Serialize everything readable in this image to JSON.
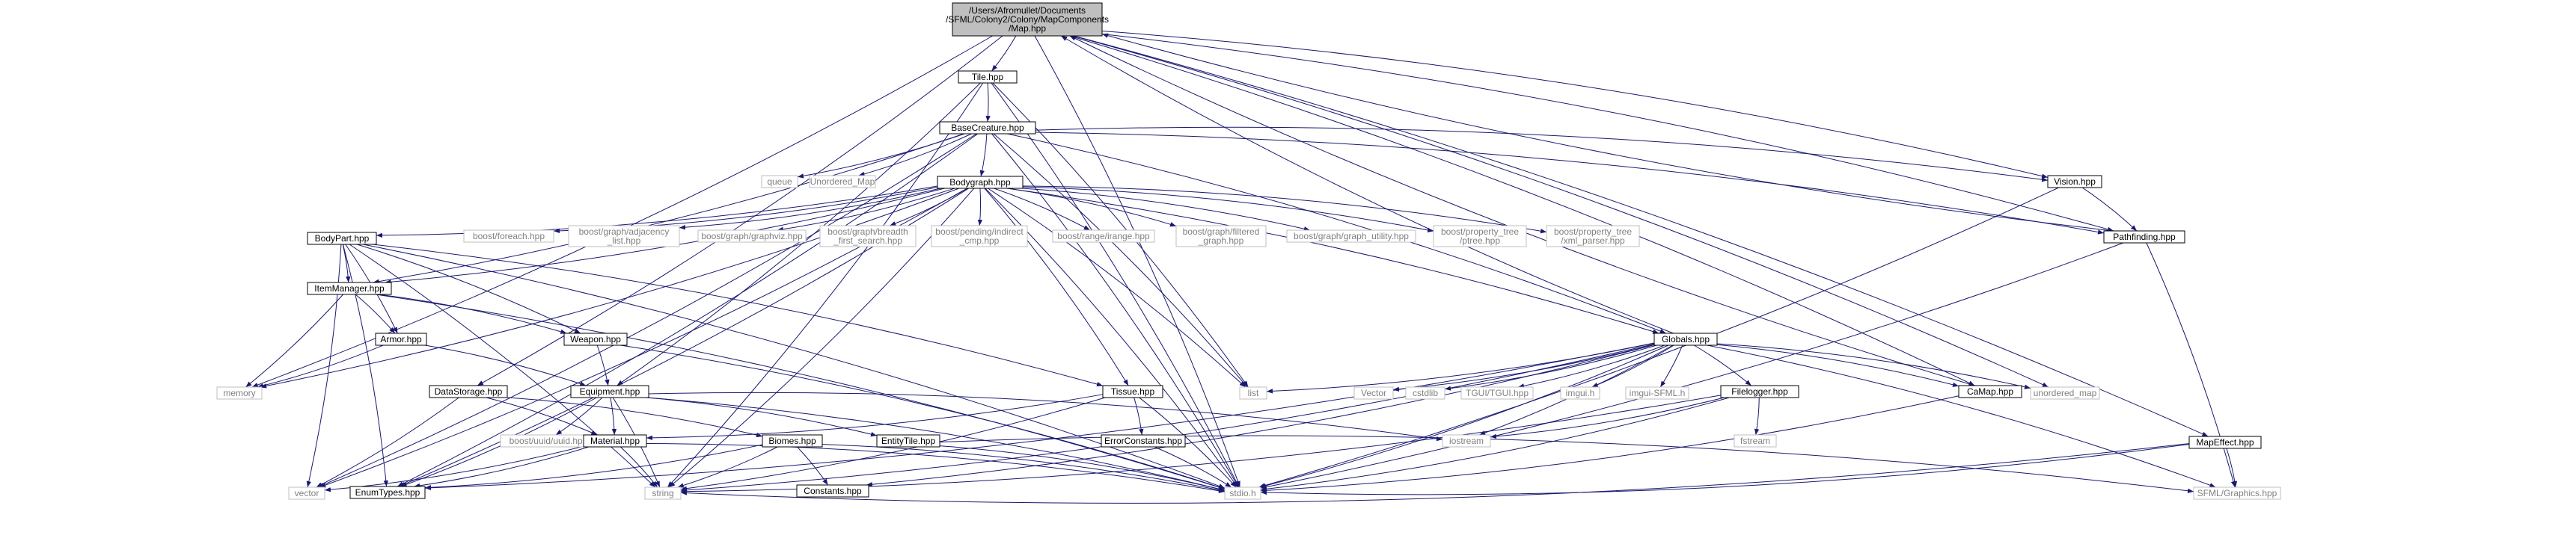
{
  "diagram": {
    "nodes": [
      {
        "id": "map",
        "lines": [
          "/Users/Afromullet/Documents",
          "/SFML/Colony2/Colony/MapComponents",
          "/Map.hpp"
        ],
        "style": "root"
      },
      {
        "id": "tile",
        "lines": [
          "Tile.hpp"
        ],
        "style": "doc"
      },
      {
        "id": "basecreature",
        "lines": [
          "BaseCreature.hpp"
        ],
        "style": "doc"
      },
      {
        "id": "queue",
        "lines": [
          "queue"
        ],
        "style": "sys"
      },
      {
        "id": "unordered_map_cap",
        "lines": [
          "Unordered_Map"
        ],
        "style": "sys"
      },
      {
        "id": "bodygraph",
        "lines": [
          "Bodygraph.hpp"
        ],
        "style": "doc"
      },
      {
        "id": "vision",
        "lines": [
          "Vision.hpp"
        ],
        "style": "doc"
      },
      {
        "id": "pathfinding",
        "lines": [
          "Pathfinding.hpp"
        ],
        "style": "doc"
      },
      {
        "id": "bodypart",
        "lines": [
          "BodyPart.hpp"
        ],
        "style": "doc"
      },
      {
        "id": "itemmanager",
        "lines": [
          "ItemManager.hpp"
        ],
        "style": "doc"
      },
      {
        "id": "armor",
        "lines": [
          "Armor.hpp"
        ],
        "style": "doc"
      },
      {
        "id": "weapon",
        "lines": [
          "Weapon.hpp"
        ],
        "style": "doc"
      },
      {
        "id": "memory",
        "lines": [
          "memory"
        ],
        "style": "sys"
      },
      {
        "id": "foreach",
        "lines": [
          "boost/foreach.hpp"
        ],
        "style": "sys"
      },
      {
        "id": "adjlist",
        "lines": [
          "boost/graph/adjacency",
          "_list.hpp"
        ],
        "style": "sys"
      },
      {
        "id": "graphviz",
        "lines": [
          "boost/graph/graphviz.hpp"
        ],
        "style": "sys"
      },
      {
        "id": "bfs",
        "lines": [
          "boost/graph/breadth",
          "_first_search.hpp"
        ],
        "style": "sys"
      },
      {
        "id": "indirect",
        "lines": [
          "boost/pending/indirect",
          "_cmp.hpp"
        ],
        "style": "sys"
      },
      {
        "id": "irange",
        "lines": [
          "boost/range/irange.hpp"
        ],
        "style": "sys"
      },
      {
        "id": "filtered",
        "lines": [
          "boost/graph/filtered",
          "_graph.hpp"
        ],
        "style": "sys"
      },
      {
        "id": "graphutil",
        "lines": [
          "boost/graph/graph_utility.hpp"
        ],
        "style": "sys"
      },
      {
        "id": "ptree",
        "lines": [
          "boost/property_tree",
          "/ptree.hpp"
        ],
        "style": "sys"
      },
      {
        "id": "xmlparser",
        "lines": [
          "boost/property_tree",
          "/xml_parser.hpp"
        ],
        "style": "sys"
      },
      {
        "id": "globals",
        "lines": [
          "Globals.hpp"
        ],
        "style": "doc"
      },
      {
        "id": "datastorage",
        "lines": [
          "DataStorage.hpp"
        ],
        "style": "doc"
      },
      {
        "id": "equipment",
        "lines": [
          "Equipment.hpp"
        ],
        "style": "doc"
      },
      {
        "id": "tissue",
        "lines": [
          "Tissue.hpp"
        ],
        "style": "doc"
      },
      {
        "id": "list",
        "lines": [
          "list"
        ],
        "style": "sys"
      },
      {
        "id": "vector_cap",
        "lines": [
          "Vector"
        ],
        "style": "sys"
      },
      {
        "id": "cstdlib",
        "lines": [
          "cstdlib"
        ],
        "style": "sys"
      },
      {
        "id": "tgui",
        "lines": [
          "TGUI/TGUI.hpp"
        ],
        "style": "sys"
      },
      {
        "id": "imgui",
        "lines": [
          "imgui.h"
        ],
        "style": "sys"
      },
      {
        "id": "imguisfml",
        "lines": [
          "imgui-SFML.h"
        ],
        "style": "sys"
      },
      {
        "id": "filelogger",
        "lines": [
          "Filelogger.hpp"
        ],
        "style": "doc"
      },
      {
        "id": "camap",
        "lines": [
          "CaMap.hpp"
        ],
        "style": "doc"
      },
      {
        "id": "unordered_map",
        "lines": [
          "unordered_map"
        ],
        "style": "sys"
      },
      {
        "id": "mapeffect",
        "lines": [
          "MapEffect.hpp"
        ],
        "style": "doc"
      },
      {
        "id": "uuid",
        "lines": [
          "boost/uuid/uuid.hpp"
        ],
        "style": "sys"
      },
      {
        "id": "material",
        "lines": [
          "Material.hpp"
        ],
        "style": "doc"
      },
      {
        "id": "biomes",
        "lines": [
          "Biomes.hpp"
        ],
        "style": "doc"
      },
      {
        "id": "entitytile",
        "lines": [
          "EntityTile.hpp"
        ],
        "style": "doc"
      },
      {
        "id": "errorconstants",
        "lines": [
          "ErrorConstants.hpp"
        ],
        "style": "doc"
      },
      {
        "id": "iostream",
        "lines": [
          "iostream"
        ],
        "style": "sys"
      },
      {
        "id": "fstream",
        "lines": [
          "fstream"
        ],
        "style": "sys"
      },
      {
        "id": "vector",
        "lines": [
          "vector"
        ],
        "style": "sys"
      },
      {
        "id": "enumtypes",
        "lines": [
          "EnumTypes.hpp"
        ],
        "style": "doc"
      },
      {
        "id": "string",
        "lines": [
          "string"
        ],
        "style": "sys"
      },
      {
        "id": "constants",
        "lines": [
          "Constants.hpp"
        ],
        "style": "doc"
      },
      {
        "id": "stdio",
        "lines": [
          "stdio.h"
        ],
        "style": "sys"
      },
      {
        "id": "sfmlgraphics",
        "lines": [
          "SFML/Graphics.hpp"
        ],
        "style": "sys"
      }
    ],
    "edges": [
      [
        "map",
        "tile"
      ],
      [
        "map",
        "datastorage"
      ],
      [
        "map",
        "vision"
      ],
      [
        "map",
        "pathfinding"
      ],
      [
        "map",
        "camap"
      ],
      [
        "map",
        "unordered_map"
      ],
      [
        "map",
        "mapeffect"
      ],
      [
        "map",
        "stdio"
      ],
      [
        "map",
        "memory"
      ],
      [
        "tile",
        "basecreature"
      ],
      [
        "tile",
        "equipment"
      ],
      [
        "tile",
        "string"
      ],
      [
        "tile",
        "stdio"
      ],
      [
        "tile",
        "list"
      ],
      [
        "basecreature",
        "queue"
      ],
      [
        "basecreature",
        "unordered_map_cap"
      ],
      [
        "basecreature",
        "bodygraph"
      ],
      [
        "basecreature",
        "vision"
      ],
      [
        "basecreature",
        "pathfinding"
      ],
      [
        "basecreature",
        "globals"
      ],
      [
        "basecreature",
        "itemmanager"
      ],
      [
        "basecreature",
        "vector"
      ],
      [
        "basecreature",
        "enumtypes"
      ],
      [
        "basecreature",
        "stdio"
      ],
      [
        "basecreature",
        "list"
      ],
      [
        "bodygraph",
        "bodypart"
      ],
      [
        "bodygraph",
        "itemmanager"
      ],
      [
        "bodygraph",
        "foreach"
      ],
      [
        "bodygraph",
        "adjlist"
      ],
      [
        "bodygraph",
        "graphviz"
      ],
      [
        "bodygraph",
        "bfs"
      ],
      [
        "bodygraph",
        "indirect"
      ],
      [
        "bodygraph",
        "irange"
      ],
      [
        "bodygraph",
        "filtered"
      ],
      [
        "bodygraph",
        "graphutil"
      ],
      [
        "bodygraph",
        "ptree"
      ],
      [
        "bodygraph",
        "xmlparser"
      ],
      [
        "bodygraph",
        "globals"
      ],
      [
        "bodygraph",
        "tissue"
      ],
      [
        "bodygraph",
        "memory"
      ],
      [
        "bodygraph",
        "vector"
      ],
      [
        "bodygraph",
        "enumtypes"
      ],
      [
        "bodygraph",
        "string"
      ],
      [
        "bodygraph",
        "stdio"
      ],
      [
        "bodygraph",
        "list"
      ],
      [
        "bodypart",
        "itemmanager"
      ],
      [
        "bodypart",
        "armor"
      ],
      [
        "bodypart",
        "weapon"
      ],
      [
        "bodypart",
        "tissue"
      ],
      [
        "bodypart",
        "vector"
      ],
      [
        "bodypart",
        "enumtypes"
      ],
      [
        "bodypart",
        "string"
      ],
      [
        "bodypart",
        "stdio"
      ],
      [
        "itemmanager",
        "armor"
      ],
      [
        "itemmanager",
        "weapon"
      ],
      [
        "itemmanager",
        "memory"
      ],
      [
        "itemmanager",
        "stdio"
      ],
      [
        "armor",
        "equipment"
      ],
      [
        "armor",
        "memory"
      ],
      [
        "weapon",
        "equipment"
      ],
      [
        "weapon",
        "stdio"
      ],
      [
        "vision",
        "pathfinding"
      ],
      [
        "vision",
        "stdio"
      ],
      [
        "pathfinding",
        "map"
      ],
      [
        "pathfinding",
        "stdio"
      ],
      [
        "pathfinding",
        "sfmlgraphics"
      ],
      [
        "globals",
        "map"
      ],
      [
        "globals",
        "list"
      ],
      [
        "globals",
        "vector_cap"
      ],
      [
        "globals",
        "cstdlib"
      ],
      [
        "globals",
        "tgui"
      ],
      [
        "globals",
        "imgui"
      ],
      [
        "globals",
        "imguisfml"
      ],
      [
        "globals",
        "filelogger"
      ],
      [
        "globals",
        "camap"
      ],
      [
        "globals",
        "unordered_map"
      ],
      [
        "globals",
        "iostream"
      ],
      [
        "globals",
        "stdio"
      ],
      [
        "globals",
        "string"
      ],
      [
        "globals",
        "constants"
      ],
      [
        "globals",
        "sfmlgraphics"
      ],
      [
        "globals",
        "enumtypes"
      ],
      [
        "camap",
        "map"
      ],
      [
        "camap",
        "stdio"
      ],
      [
        "filelogger",
        "iostream"
      ],
      [
        "filelogger",
        "fstream"
      ],
      [
        "filelogger",
        "stdio"
      ],
      [
        "filelogger",
        "string"
      ],
      [
        "datastorage",
        "material"
      ],
      [
        "datastorage",
        "vector"
      ],
      [
        "datastorage",
        "biomes"
      ],
      [
        "equipment",
        "material"
      ],
      [
        "equipment",
        "uuid"
      ],
      [
        "equipment",
        "entitytile"
      ],
      [
        "equipment",
        "enumtypes"
      ],
      [
        "equipment",
        "string"
      ],
      [
        "equipment",
        "stdio"
      ],
      [
        "equipment",
        "iostream"
      ],
      [
        "tissue",
        "material"
      ],
      [
        "tissue",
        "errorconstants"
      ],
      [
        "tissue",
        "string"
      ],
      [
        "tissue",
        "stdio"
      ],
      [
        "material",
        "vector"
      ],
      [
        "material",
        "enumtypes"
      ],
      [
        "material",
        "string"
      ],
      [
        "material",
        "stdio"
      ],
      [
        "biomes",
        "constants"
      ],
      [
        "biomes",
        "enumtypes"
      ],
      [
        "biomes",
        "string"
      ],
      [
        "biomes",
        "stdio"
      ],
      [
        "entitytile",
        "stdio"
      ],
      [
        "entitytile",
        "sfmlgraphics"
      ],
      [
        "errorconstants",
        "stdio"
      ],
      [
        "mapeffect",
        "stdio"
      ],
      [
        "mapeffect",
        "string"
      ],
      [
        "mapeffect",
        "sfmlgraphics"
      ]
    ],
    "colors": {
      "root_fill": "#bfbfbf",
      "doc_fill": "#ffffff",
      "doc_border": "#000000",
      "sys_border": "#bfbfbf",
      "sys_text": "#808080",
      "edge": "#191970"
    }
  }
}
